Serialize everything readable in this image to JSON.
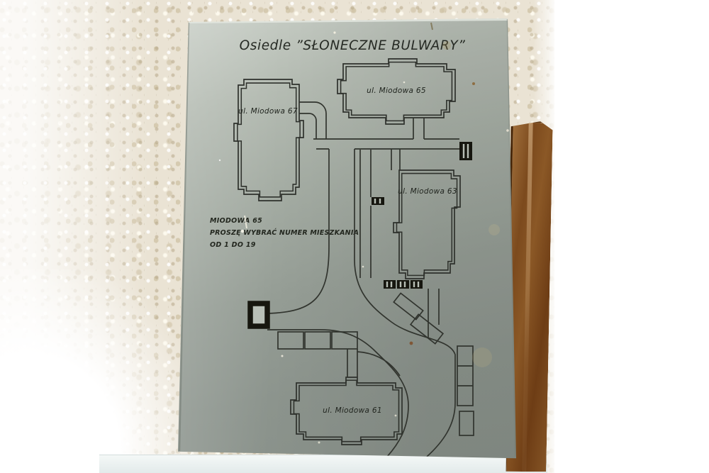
{
  "sign": {
    "title": "Osiedle ”SŁONECZNE BULWARY”",
    "info_lines": {
      "0": "MIODOWA 65",
      "1": "PROSZĘ WYBRAĆ NUMER MIESZKANIA",
      "2": "OD 1 DO 19"
    },
    "buildings": {
      "0": {
        "label": "ul. Miodowa 67"
      },
      "1": {
        "label": "ul. Miodowa 65"
      },
      "2": {
        "label": "ul. Miodowa 63"
      },
      "3": {
        "label": "ul. Miodowa 61"
      }
    },
    "colors": {
      "plaque": "#a4aca3",
      "engraving": "#2e312c",
      "wall": "#eae3d4",
      "wood": "#7c4a1d"
    }
  }
}
